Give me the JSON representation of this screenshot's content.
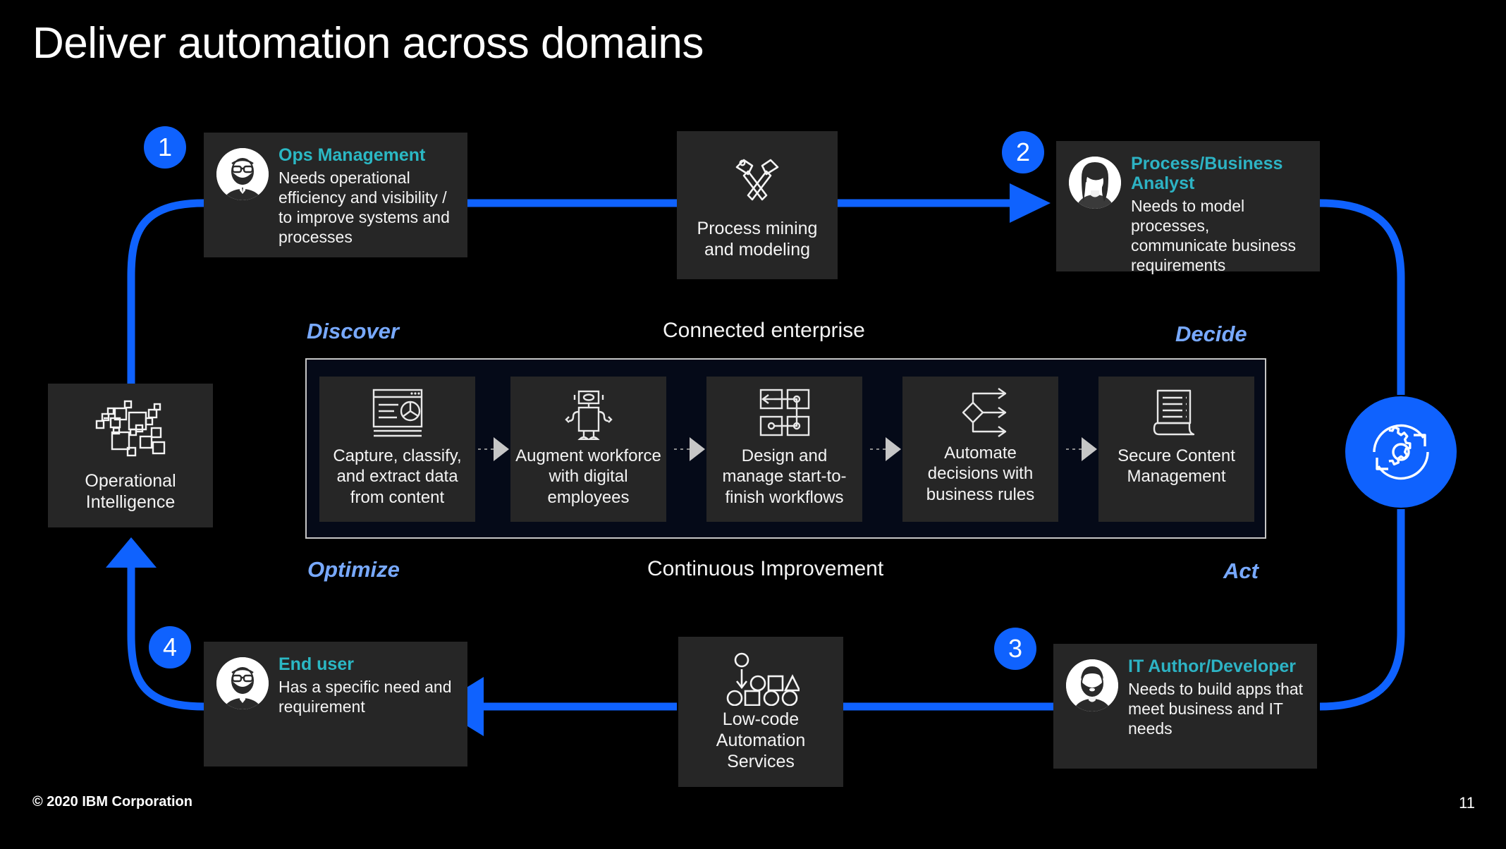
{
  "slide": {
    "title": "Deliver automation across domains",
    "page_number": "11",
    "copyright": "© 2020 IBM Corporation",
    "accent_blue": "#0f62fe",
    "accent_teal": "#2bb8c4",
    "phase_blue": "#78a9ff",
    "tile_bg": "#262626",
    "panel_bg": "#050a18",
    "background": "#000000"
  },
  "personas": [
    {
      "step": "1",
      "name": "Ops Management",
      "description": "Needs operational efficiency and visibility / to improve systems and processes",
      "avatar": "avatar-bearded-man-glasses-icon"
    },
    {
      "step": "2",
      "name": "Process/Business Analyst",
      "description": "Needs to model processes, communicate business requirements",
      "avatar": "avatar-long-hair-woman-icon"
    },
    {
      "step": "3",
      "name": "IT Author/Developer",
      "description": "Needs to build apps that meet business and IT needs",
      "avatar": "avatar-bearded-man-icon"
    },
    {
      "step": "4",
      "name": "End user",
      "description": "Has a specific need and requirement",
      "avatar": "avatar-bearded-man-glasses-icon"
    }
  ],
  "tiles": {
    "process_mining": {
      "label": "Process mining and modeling",
      "icon": "crossed-hammers-icon"
    },
    "operational_intelligence": {
      "label": "Operational Intelligence",
      "icon": "scattered-squares-icon"
    },
    "low_code": {
      "label": "Low-code Automation Services",
      "icon": "shapes-flow-icon"
    }
  },
  "panel": {
    "top_center_label": "Connected enterprise",
    "bottom_center_label": "Continuous Improvement",
    "phases": {
      "top_left": "Discover",
      "top_right": "Decide",
      "bottom_left": "Optimize",
      "bottom_right": "Act"
    },
    "capabilities": [
      {
        "label": "Capture, classify, and extract data from content",
        "icon": "document-analytics-icon"
      },
      {
        "label": "Augment workforce with digital employees",
        "icon": "robot-icon"
      },
      {
        "label": "Design and manage start-to-finish workflows",
        "icon": "workflow-nodes-icon"
      },
      {
        "label": "Automate decisions with business rules",
        "icon": "decision-branch-icon"
      },
      {
        "label": "Secure Content Management",
        "icon": "document-scroll-icon"
      }
    ]
  },
  "hub": {
    "icon": "gear-refresh-icon"
  }
}
